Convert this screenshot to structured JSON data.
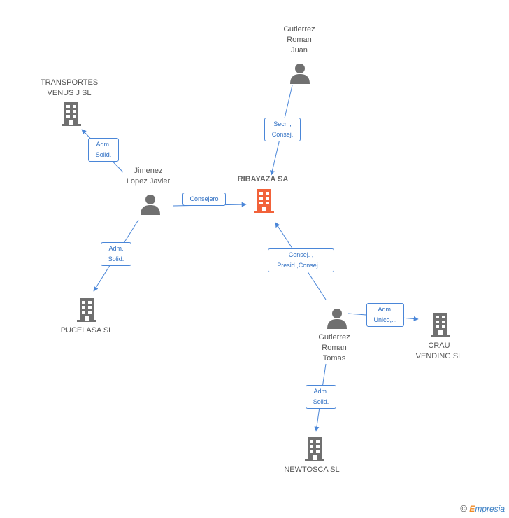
{
  "nodes": {
    "ribayaza": {
      "label": "RIBAYAZA SA"
    },
    "gutierrez_juan": {
      "label": "Gutierrez\nRoman\nJuan"
    },
    "transportes_venus": {
      "label": "TRANSPORTES\nVENUS J  SL"
    },
    "jimenez_lopez": {
      "label": "Jimenez\nLopez Javier"
    },
    "pucelasa": {
      "label": "PUCELASA SL"
    },
    "gutierrez_tomas": {
      "label": "Gutierrez\nRoman\nTomas"
    },
    "crau_vending": {
      "label": "CRAU\nVENDING SL"
    },
    "newtosca": {
      "label": "NEWTOSCA SL"
    }
  },
  "roles": {
    "juan_to_ribayaza": "Secr. ,\nConsej.",
    "jimenez_to_transportes": "Adm.\nSolid.",
    "jimenez_to_ribayaza": "Consejero",
    "jimenez_to_pucelasa": "Adm.\nSolid.",
    "tomas_to_ribayaza": "Consej. ,\nPresid.,Consej....",
    "tomas_to_crau": "Adm.\nUnico,...",
    "tomas_to_newtosca": "Adm.\nSolid."
  },
  "colors": {
    "edge": "#4a86d8",
    "person_icon": "#707070",
    "company_icon": "#707070",
    "main_company_icon": "#f2623a"
  },
  "icons": {
    "person": "person-icon",
    "company": "building-icon",
    "main_company": "main-building-icon"
  },
  "footer": {
    "copyright_symbol": "©",
    "brand_initial": "E",
    "brand_rest": "mpresia"
  }
}
